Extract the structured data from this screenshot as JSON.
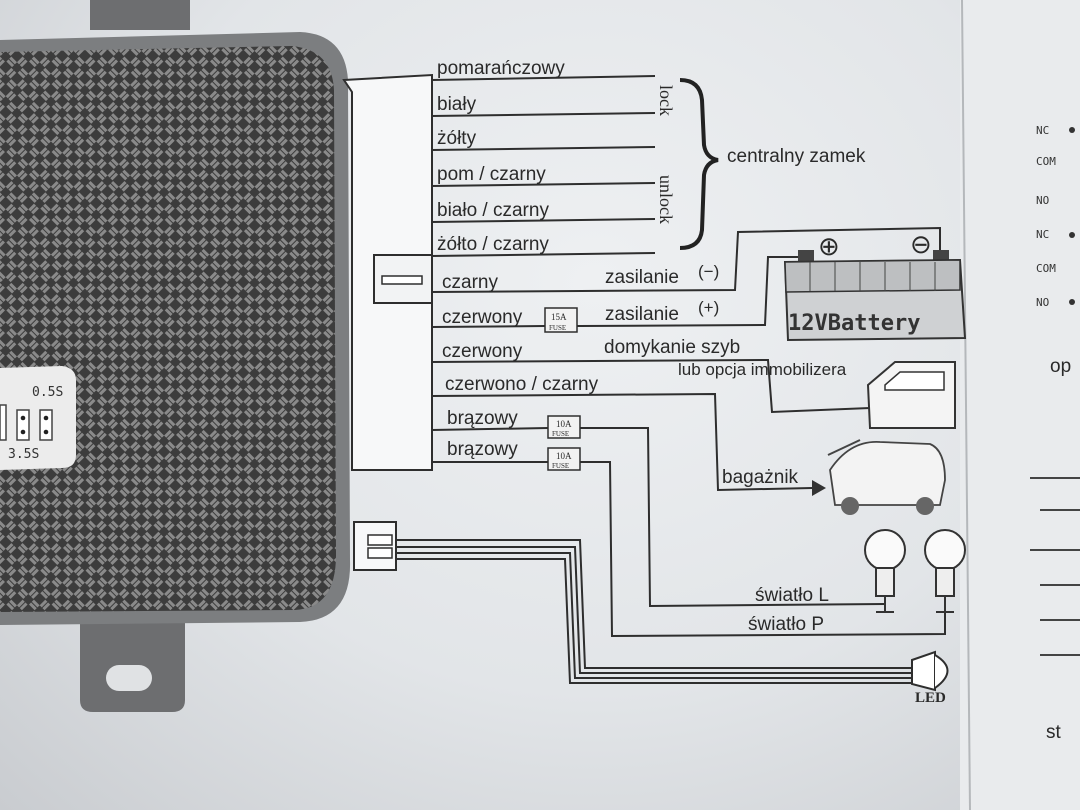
{
  "wires": {
    "w1": "pomarańczowy",
    "w2": "biały",
    "w3": "żółty",
    "w4": "pom / czarny",
    "w5": "biało / czarny",
    "w6": "żółto / czarny",
    "w7": "czarny",
    "w8": "czerwony",
    "w9": "czerwony",
    "w10": "czerwono / czarny",
    "w11": "brązowy",
    "w12": "brązowy"
  },
  "lock_group": {
    "lock": "lock",
    "unlock": "unlock",
    "label": "centralny zamek"
  },
  "power": {
    "neg": "zasilanie",
    "neg_sign": "(−)",
    "pos": "zasilanie",
    "pos_sign": "(+)",
    "battery": "12VBattery",
    "plus": "⊕",
    "minus": "⊖"
  },
  "windows": {
    "line1": "domykanie szyb",
    "line2": "lub opcja immobilizera"
  },
  "trunk": "bagażnik",
  "lights": {
    "left": "światło L",
    "right": "światło P"
  },
  "led": "LED",
  "fuses": {
    "f15": "15A",
    "f10a": "10A",
    "f10b": "10A",
    "fuse_word": "FUSE"
  },
  "switch": {
    "a": "0.5S",
    "b": "3.5S"
  },
  "right_column": {
    "pins": [
      "NC",
      "COM",
      "NO",
      "NC",
      "COM",
      "NO"
    ],
    "op": "op",
    "st": "st"
  }
}
